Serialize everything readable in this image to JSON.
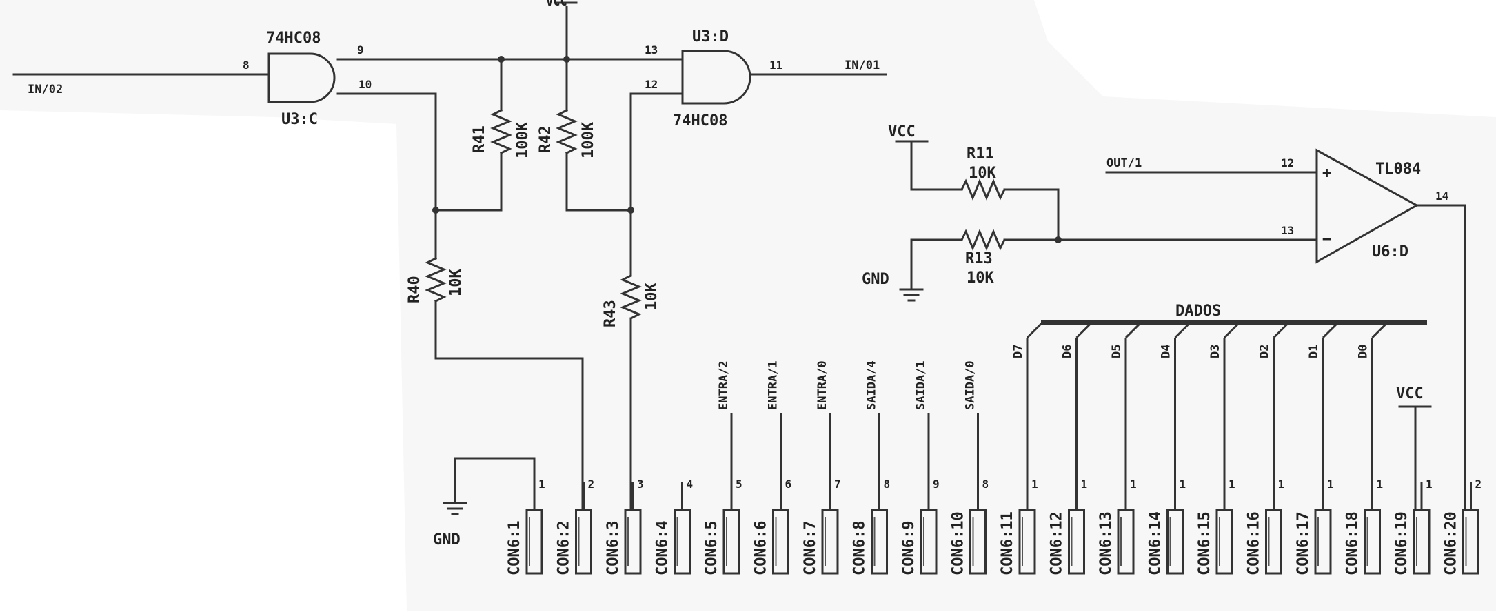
{
  "gates": {
    "u3c": {
      "part": "74HC08",
      "ref": "U3:C",
      "in_pin": "8",
      "out_pin_a": "9",
      "out_pin_b": "10"
    },
    "u3d": {
      "part": "74HC08",
      "ref": "U3:D",
      "pin_a": "13",
      "pin_b": "12",
      "out_pin": "11"
    }
  },
  "nets": {
    "in2": "IN/02",
    "in1": "IN/01",
    "out1": "OUT/1",
    "dados": "DADOS",
    "vcc_top": "VCC"
  },
  "resistors": {
    "r41": {
      "ref": "R41",
      "val": "100K"
    },
    "r42": {
      "ref": "R42",
      "val": "100K"
    },
    "r40": {
      "ref": "R40",
      "val": "10K"
    },
    "r43": {
      "ref": "R43",
      "val": "10K"
    },
    "r11": {
      "ref": "R11",
      "val": "10K"
    },
    "r13": {
      "ref": "R13",
      "val": "10K"
    }
  },
  "opamp": {
    "part": "TL084",
    "ref": "U6:D",
    "plus": "+",
    "minus": "−",
    "pin_plus": "12",
    "pin_minus": "13",
    "pin_out": "14"
  },
  "power": {
    "vcc": "VCC",
    "gnd": "GND"
  },
  "signal_labels": [
    "ENTRA/2",
    "ENTRA/1",
    "ENTRA/0",
    "SAIDA/4",
    "SAIDA/1",
    "SAIDA/0"
  ],
  "data_lines": [
    "D7",
    "D6",
    "D5",
    "D4",
    "D3",
    "D2",
    "D1",
    "D0"
  ],
  "connector": {
    "names": [
      "CON6:1",
      "CON6:2",
      "CON6:3",
      "CON6:4",
      "CON6:5",
      "CON6:6",
      "CON6:7",
      "CON6:8",
      "CON6:9",
      "CON6:10",
      "CON6:11",
      "CON6:12",
      "CON6:13",
      "CON6:14",
      "CON6:15",
      "CON6:16",
      "CON6:17",
      "CON6:18",
      "CON6:19",
      "CON6:20"
    ],
    "pins": [
      "1",
      "2",
      "3",
      "4",
      "5",
      "6",
      "7",
      "8",
      "9",
      "10",
      "11",
      "12",
      "13",
      "14",
      "15",
      "16",
      "17",
      "18",
      "19",
      "20"
    ],
    "pin_marks": [
      "1",
      "2",
      "3",
      "4",
      "5",
      "6",
      "7",
      "8",
      "9",
      "8",
      "1",
      "1",
      "1",
      "1",
      "1",
      "1",
      "1",
      "1",
      "1",
      "2"
    ]
  }
}
